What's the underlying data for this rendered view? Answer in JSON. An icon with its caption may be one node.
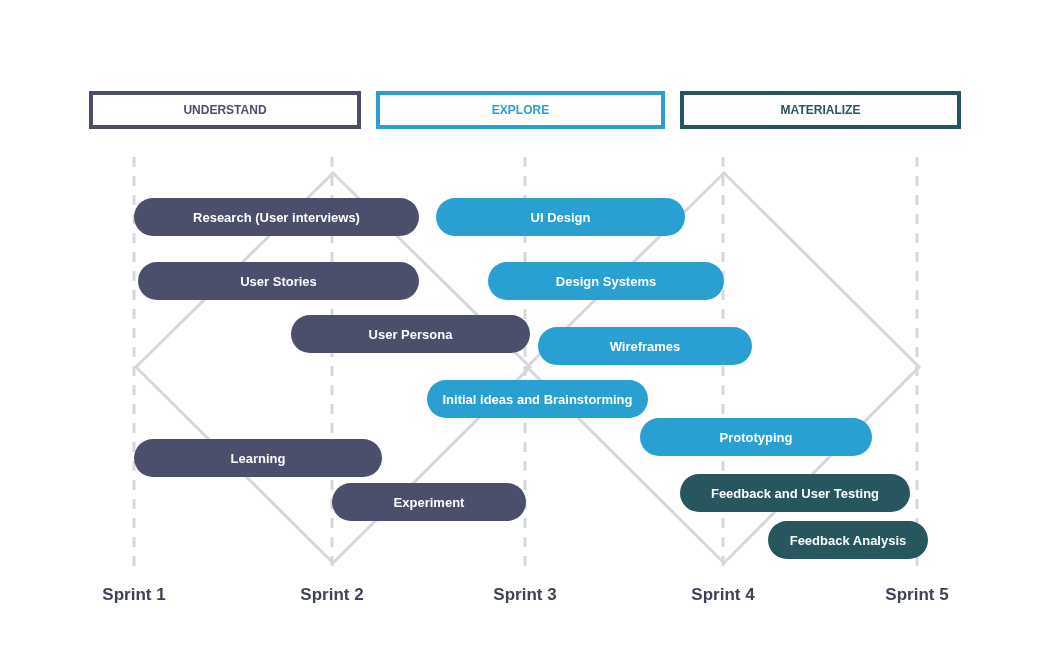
{
  "diagram": {
    "nodes": [
      {
        "text": [
          "UNDERSTAND"
        ]
      },
      {
        "text": [
          "EXPLORE"
        ]
      },
      {
        "text": [
          "MATERIALIZE"
        ]
      },
      {
        "text": [
          "Research (User interviews)"
        ]
      },
      {
        "text": [
          "UI Design"
        ]
      },
      {
        "text": [
          "User Stories"
        ]
      },
      {
        "text": [
          "Design Systems"
        ]
      },
      {
        "text": [
          "User Persona"
        ]
      },
      {
        "text": [
          "Wireframes"
        ]
      },
      {
        "text": [
          "Initial ideas and Brainstorming"
        ]
      },
      {
        "text": [
          "Prototyping"
        ]
      },
      {
        "text": [
          "Learning"
        ]
      },
      {
        "text": [
          "Feedback and User Testing"
        ]
      },
      {
        "text": [
          "Experiment"
        ]
      },
      {
        "text": [
          "Feedback Analysis"
        ]
      }
    ],
    "edges": [],
    "labels": [
      "Sprint 1",
      "Sprint 2",
      "Sprint 3",
      "Sprint 4",
      "Sprint 5"
    ]
  }
}
